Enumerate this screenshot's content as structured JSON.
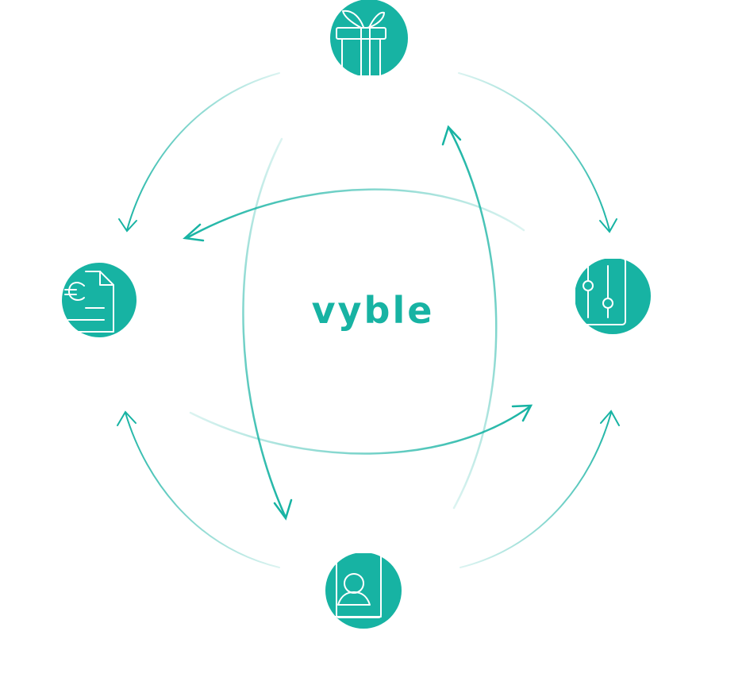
{
  "brand": {
    "name": "vyble"
  },
  "colors": {
    "accent": "#17b3a3",
    "icon_stroke": "#ffffff",
    "background": "#ffffff"
  },
  "nodes": [
    {
      "id": "top",
      "icon": "gift-icon"
    },
    {
      "id": "left",
      "icon": "euro-document-icon"
    },
    {
      "id": "right",
      "icon": "sliders-panel-icon"
    },
    {
      "id": "bottom",
      "icon": "user-badge-icon"
    }
  ]
}
